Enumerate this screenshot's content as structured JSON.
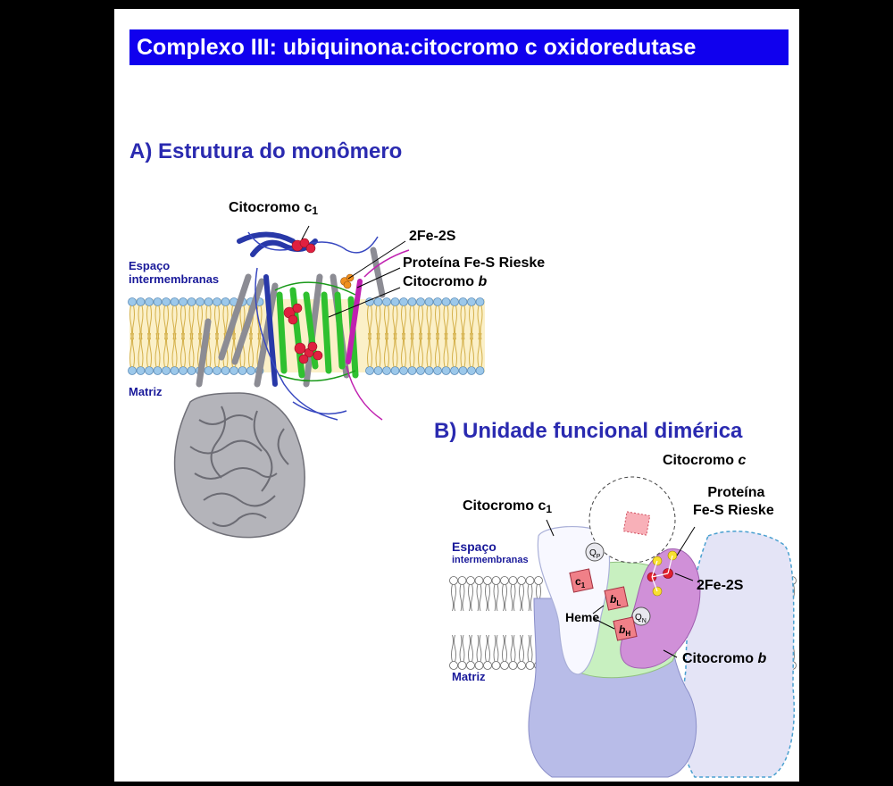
{
  "title": "Complexo III: ubiquinona:citocromo c oxidoredutase",
  "section_a": {
    "heading": "A) Estrutura do monômero",
    "labels": {
      "cyt_c1_main": "Citocromo c",
      "cyt_c1_sub": "1",
      "fe2s": "2Fe-2S",
      "rieske": "Proteína Fe-S Rieske",
      "cyt_b_prefix": "Citocromo ",
      "cyt_b_italic": "b",
      "espaco": "Espaço",
      "intermembranas": "intermembranas",
      "matriz": "Matriz"
    }
  },
  "section_b": {
    "heading": "B) Unidade funcional dimérica",
    "labels": {
      "cyt_c_prefix": "Citocromo ",
      "cyt_c_italic": "c",
      "cyt_c1_main": "Citocromo c",
      "cyt_c1_sub": "1",
      "rieske_line1": "Proteína",
      "rieske_line2": "Fe-S Rieske",
      "fe2s": "2Fe-2S",
      "heme": "Heme",
      "cyt_b_prefix": "Citocromo ",
      "cyt_b_italic": "b",
      "espaco": "Espaço",
      "intermembranas": "intermembranas",
      "matriz": "Matriz",
      "qp_main": "Q",
      "qp_sub": "P",
      "qn_main": "Q",
      "qn_sub": "N",
      "c1_main": "c",
      "c1_sub": "1",
      "bl_main": "b",
      "bl_sub": "L",
      "bh_main": "b",
      "bh_sub": "H"
    }
  },
  "colors": {
    "title_bar": "#1000ee",
    "heading": "#2a2ab0",
    "membrane_head": "#9cc8ea",
    "lipid_tail": "#e8c860",
    "protein_gray": "#a0a0a8",
    "helix_blue": "#2838a8",
    "helix_green": "#2fc02f",
    "helix_magenta": "#c020b0",
    "heme_red": "#e02040",
    "cyt_b_green": "#c8f0c0",
    "rieske_purple": "#d090d8",
    "complex_lavender": "#b8bce8",
    "heme_pink": "#f08088"
  }
}
